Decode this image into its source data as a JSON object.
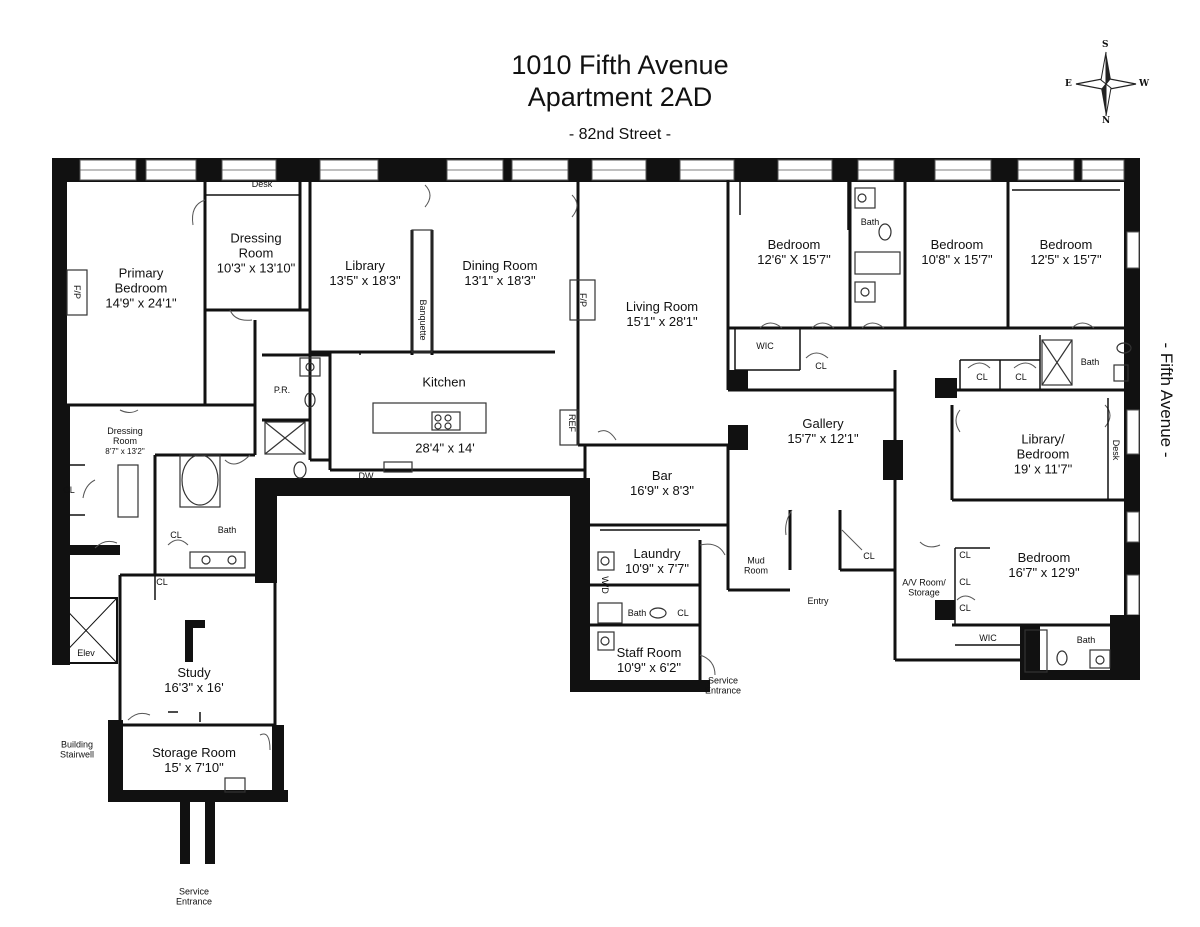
{
  "header": {
    "title": "1010 Fifth Avenue",
    "subtitle": "Apartment 2AD",
    "street": "- 82nd Street -",
    "avenue": "- Fifth Avenue -"
  },
  "compass": {
    "n": "N",
    "s": "S",
    "e": "E",
    "w": "W"
  },
  "rooms": {
    "primary_bedroom": {
      "name1": "Primary",
      "name2": "Bedroom",
      "dim": "14'9\" x 24'1\""
    },
    "dressing_room": {
      "name1": "Dressing",
      "name2": "Room",
      "dim": "10'3\" x 13'10\""
    },
    "library": {
      "name": "Library",
      "dim": "13'5\" x 18'3\""
    },
    "dining_room": {
      "name": "Dining Room",
      "dim": "13'1\" x 18'3\""
    },
    "living_room": {
      "name": "Living Room",
      "dim": "15'1\" x 28'1\""
    },
    "bedroom_1": {
      "name": "Bedroom",
      "dim": "12'6\" X 15'7\""
    },
    "bedroom_2": {
      "name": "Bedroom",
      "dim": "10'8\" x 15'7\""
    },
    "bedroom_3": {
      "name": "Bedroom",
      "dim": "12'5\" x 15'7\""
    },
    "kitchen": {
      "name": "Kitchen",
      "dim": "28'4\" x 14'"
    },
    "gallery": {
      "name": "Gallery",
      "dim": "15'7\" x 12'1\""
    },
    "library_bedroom": {
      "name1": "Library/",
      "name2": "Bedroom",
      "dim": "19' x 11'7\""
    },
    "bar": {
      "name": "Bar",
      "dim": "16'9\" x 8'3\""
    },
    "laundry": {
      "name": "Laundry",
      "dim": "10'9\" x 7'7\""
    },
    "staff_room": {
      "name": "Staff Room",
      "dim": "10'9\" x 6'2\""
    },
    "bedroom_4": {
      "name": "Bedroom",
      "dim": "16'7\" x 12'9\""
    },
    "study": {
      "name": "Study",
      "dim": "16'3\" x 16'"
    },
    "storage_room": {
      "name": "Storage Room",
      "dim": "15' x 7'10\""
    },
    "dressing_room_small": {
      "name1": "Dressing",
      "name2": "Room",
      "dim": "8'7\" x 13'2\""
    }
  },
  "small_labels": {
    "desk_top": "Desk",
    "desk_side": "Desk",
    "bath_b1": "Bath",
    "bath_right": "Bath",
    "bath_left": "Bath",
    "bath_staff": "Bath",
    "bath_br4": "Bath",
    "wic_1": "WIC",
    "wic_2": "WIC",
    "cl_gallery": "CL",
    "cl_r1": "CL",
    "cl_r2": "CL",
    "cl_left": "CL",
    "cl_bath": "CL",
    "cl_study": "CL",
    "cl_staff": "CL",
    "cl_entry": "CL",
    "cl_br4a": "CL",
    "cl_br4b": "CL",
    "cl_br4c": "CL",
    "fp_left": "F/P",
    "fp_living": "F/P",
    "banquette": "Banquette",
    "ref": "REF",
    "dw": "DW",
    "wd": "W/D",
    "pr": "P.R.",
    "elev": "Elev",
    "mud1": "Mud",
    "mud2": "Room",
    "entry": "Entry",
    "av1": "A/V Room/",
    "av2": "Storage",
    "service1_a": "Service",
    "service1_b": "Entrance",
    "service2_a": "Service",
    "service2_b": "Entrance",
    "stair1": "Building",
    "stair2": "Stairwell"
  }
}
